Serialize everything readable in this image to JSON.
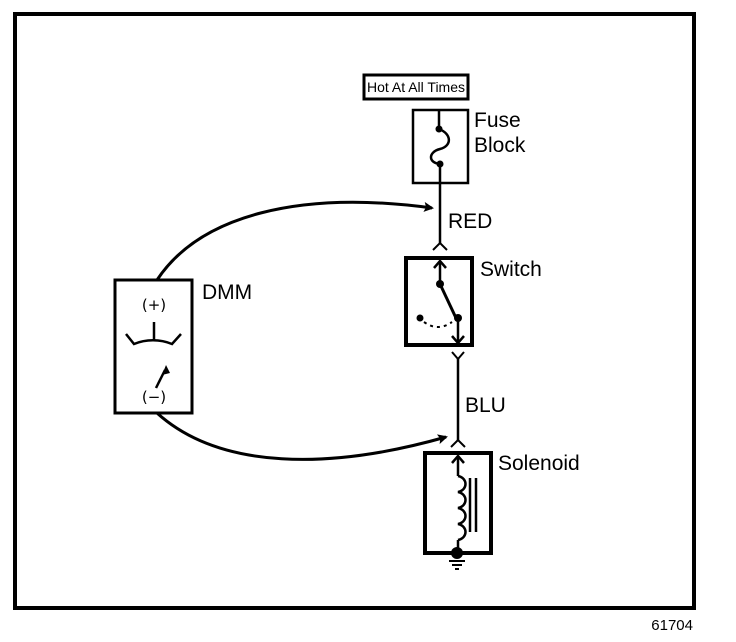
{
  "diagram": {
    "type": "electrical-test-schematic",
    "figure_number": "61704",
    "power_source_label": "Hot At All Times",
    "components": [
      {
        "id": "fuse_block",
        "label_line1": "Fuse",
        "label_line2": "Block",
        "symbol": "fuse-icon"
      },
      {
        "id": "switch",
        "label": "Switch",
        "symbol": "switch-icon"
      },
      {
        "id": "solenoid",
        "label": "Solenoid",
        "symbol": "coil-icon"
      },
      {
        "id": "dmm",
        "label": "DMM",
        "symbol": "meter-icon",
        "positive_terminal": "(+)",
        "negative_terminal": "(−)"
      }
    ],
    "wires": [
      {
        "from": "fuse_block",
        "to": "switch",
        "color_label": "RED"
      },
      {
        "from": "switch",
        "to": "solenoid",
        "color_label": "BLU"
      }
    ],
    "test_leads": [
      {
        "from": "dmm",
        "terminal": "(+)",
        "to": "RED wire"
      },
      {
        "from": "dmm",
        "terminal": "(−)",
        "to": "solenoid input"
      }
    ],
    "ground": "ground-icon"
  }
}
